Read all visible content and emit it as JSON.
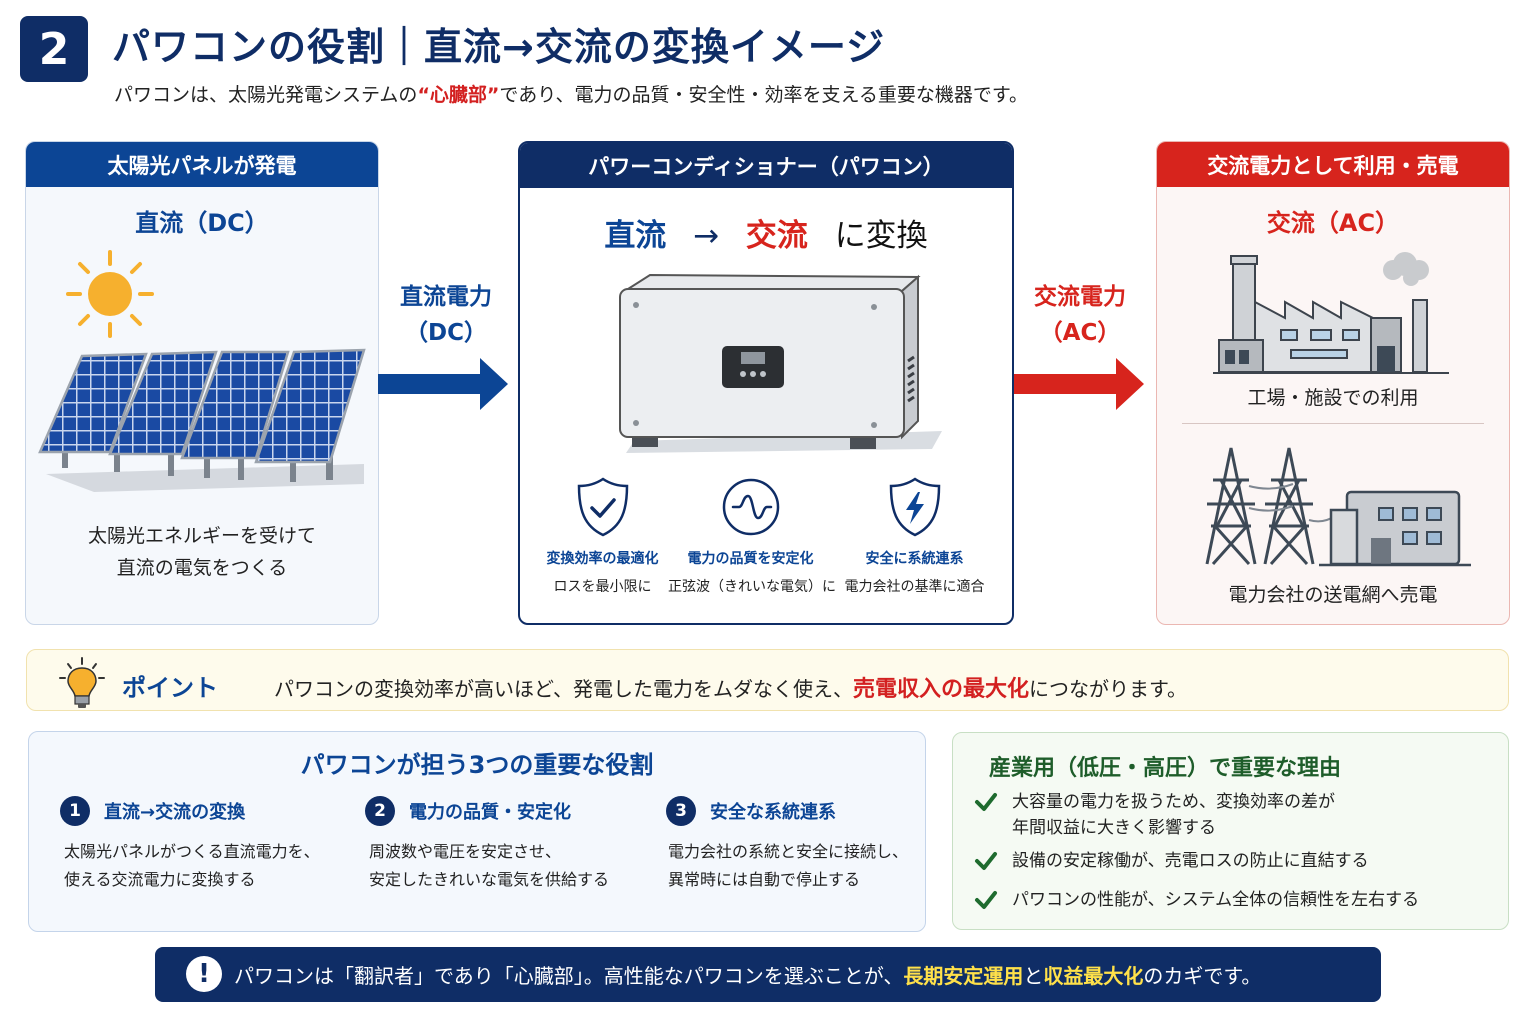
{
  "header": {
    "section_number": "2",
    "title": "パワコンの役割｜直流→交流の変換イメージ",
    "subtitle_pre": "パワコンは、太陽光発電システムの",
    "subtitle_highlight": "“心臓部”",
    "subtitle_post": "であり、電力の品質・安全性・効率を支える重要な機器です。"
  },
  "flow": {
    "left_card": {
      "heading": "太陽光パネルが発電",
      "current_type": "直流（DC）",
      "caption_line1": "太陽光エネルギーを受けて",
      "caption_line2": "直流の電気をつくる",
      "icons": [
        "sun-icon",
        "solar-panel-icon"
      ]
    },
    "arrow_dc": {
      "label_line1": "直流電力",
      "label_line2": "（DC）",
      "color": "#0c4595"
    },
    "middle_card": {
      "heading": "パワーコンディショナー（パワコン）",
      "conversion_from": "直流",
      "conversion_arrow": "→",
      "conversion_to": "交流",
      "conversion_suffix": "に変換",
      "device_icon": "inverter-device-icon",
      "features": [
        {
          "icon": "shield-check-icon",
          "title": "変換効率の最適化",
          "desc": "ロスを最小限に"
        },
        {
          "icon": "sine-wave-icon",
          "title": "電力の品質を安定化",
          "desc": "正弦波（きれいな電気）に"
        },
        {
          "icon": "shield-lightning-icon",
          "title": "安全に系統連系",
          "desc": "電力会社の基準に適合"
        }
      ]
    },
    "arrow_ac": {
      "label_line1": "交流電力",
      "label_line2": "（AC）",
      "color": "#d7241d"
    },
    "right_card": {
      "heading": "交流電力として利用・売電",
      "current_type": "交流（AC）",
      "use1_caption": "工場・施設での利用",
      "use2_caption": "電力会社の送電網へ売電",
      "icons": [
        "factory-icon",
        "power-tower-icon"
      ]
    }
  },
  "point": {
    "label": "ポイント",
    "text_pre": "パワコンの変換効率が高いほど、発電した電力をムダなく使え、",
    "text_highlight": "売電収入の最大化",
    "text_post": "につながります。"
  },
  "roles": {
    "title": "パワコンが担う3つの重要な役割",
    "items": [
      {
        "num": "1",
        "title": "直流→交流の変換",
        "desc1": "太陽光パネルがつくる直流電力を、",
        "desc2": "使える交流電力に変換する"
      },
      {
        "num": "2",
        "title": "電力の品質・安定化",
        "desc1": "周波数や電圧を安定させ、",
        "desc2": "安定したきれいな電気を供給する"
      },
      {
        "num": "3",
        "title": "安全な系統連系",
        "desc1": "電力会社の系統と安全に接続し、",
        "desc2": "異常時には自動で停止する"
      }
    ]
  },
  "reasons": {
    "title": "産業用（低圧・高圧）で重要な理由",
    "items": [
      {
        "line1": "大容量の電力を扱うため、変換効率の差が",
        "line2": "年間収益に大きく影響する"
      },
      {
        "line1": "設備の安定稼働が、売電ロスの防止に直結する",
        "line2": ""
      },
      {
        "line1": "パワコンの性能が、システム全体の信頼性を左右する",
        "line2": ""
      }
    ]
  },
  "banner": {
    "icon": "!",
    "text_pre": "パワコンは「翻訳者」であり「心臓部」。高性能なパワコンを選ぶことが、",
    "highlight1": "長期安定運用",
    "text_mid": "と",
    "highlight2": "収益最大化",
    "text_post": "のカギです。"
  },
  "colors": {
    "navy": "#0f2d66",
    "blue": "#0c4595",
    "red": "#d7241d",
    "green": "#1e5d2a",
    "yellow_highlight": "#ffe14a",
    "sun": "#f6b02e"
  }
}
